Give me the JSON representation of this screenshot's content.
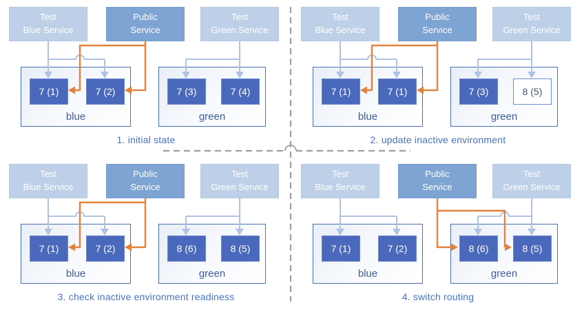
{
  "colors": {
    "svc_light": "#bed0e8",
    "svc_public": "#7ea4d3",
    "svc_text": "#ffffff",
    "pod_fill": "#4b69bc",
    "pod_text": "#ffffff",
    "pod_outlined_bg": "#ffffff",
    "pod_outlined_border": "#6f8ec9",
    "pod_outlined_text": "#44546a",
    "env_border": "#4a6fae",
    "env_label": "#3e5c9e",
    "caption": "#4472c4",
    "arrow_light": "#afc4e5",
    "orange": "#e2823d",
    "divider": "#9e9e9e"
  },
  "panels": [
    {
      "caption": "1. initial state",
      "public_route": "blue",
      "services": [
        {
          "lines": [
            "Test",
            "Blue Service"
          ]
        },
        {
          "lines": [
            "Public",
            "Service"
          ]
        },
        {
          "lines": [
            "Test",
            "Green Service"
          ]
        }
      ],
      "environments": {
        "blue": {
          "label": "blue",
          "pods": [
            {
              "label": "7 (1)",
              "style": "filled"
            },
            {
              "label": "7 (2)",
              "style": "filled"
            }
          ]
        },
        "green": {
          "label": "green",
          "pods": [
            {
              "label": "7 (3)",
              "style": "filled"
            },
            {
              "label": "7 (4)",
              "style": "filled"
            }
          ]
        }
      }
    },
    {
      "caption": "2. update inactive environment",
      "public_route": "blue",
      "services": [
        {
          "lines": [
            "Test",
            "Blue Service"
          ]
        },
        {
          "lines": [
            "Public",
            "Service"
          ]
        },
        {
          "lines": [
            "Test",
            "Green Service"
          ]
        }
      ],
      "environments": {
        "blue": {
          "label": "blue",
          "pods": [
            {
              "label": "7 (1)",
              "style": "filled"
            },
            {
              "label": "7 (1)",
              "style": "filled"
            }
          ]
        },
        "green": {
          "label": "green",
          "pods": [
            {
              "label": "7 (3)",
              "style": "filled"
            },
            {
              "label": "8 (5)",
              "style": "outlined"
            }
          ]
        }
      }
    },
    {
      "caption": "3. check inactive environment readiness",
      "public_route": "blue",
      "services": [
        {
          "lines": [
            "Test",
            "Blue Service"
          ]
        },
        {
          "lines": [
            "Public",
            "Service"
          ]
        },
        {
          "lines": [
            "Test",
            "Green Service"
          ]
        }
      ],
      "environments": {
        "blue": {
          "label": "blue",
          "pods": [
            {
              "label": "7 (1)",
              "style": "filled"
            },
            {
              "label": "7 (2)",
              "style": "filled"
            }
          ]
        },
        "green": {
          "label": "green",
          "pods": [
            {
              "label": "8 (6)",
              "style": "filled"
            },
            {
              "label": "8 (5)",
              "style": "filled"
            }
          ]
        }
      }
    },
    {
      "caption": "4. switch routing",
      "public_route": "green",
      "services": [
        {
          "lines": [
            "Test",
            "Blue Service"
          ]
        },
        {
          "lines": [
            "Public",
            "Service"
          ]
        },
        {
          "lines": [
            "Test",
            "Green Service"
          ]
        }
      ],
      "environments": {
        "blue": {
          "label": "blue",
          "pods": [
            {
              "label": "7 (1)",
              "style": "filled"
            },
            {
              "label": "7 (2)",
              "style": "filled"
            }
          ]
        },
        "green": {
          "label": "green",
          "pods": [
            {
              "label": "8 (6)",
              "style": "filled"
            },
            {
              "label": "8 (5)",
              "style": "filled"
            }
          ]
        }
      }
    }
  ]
}
